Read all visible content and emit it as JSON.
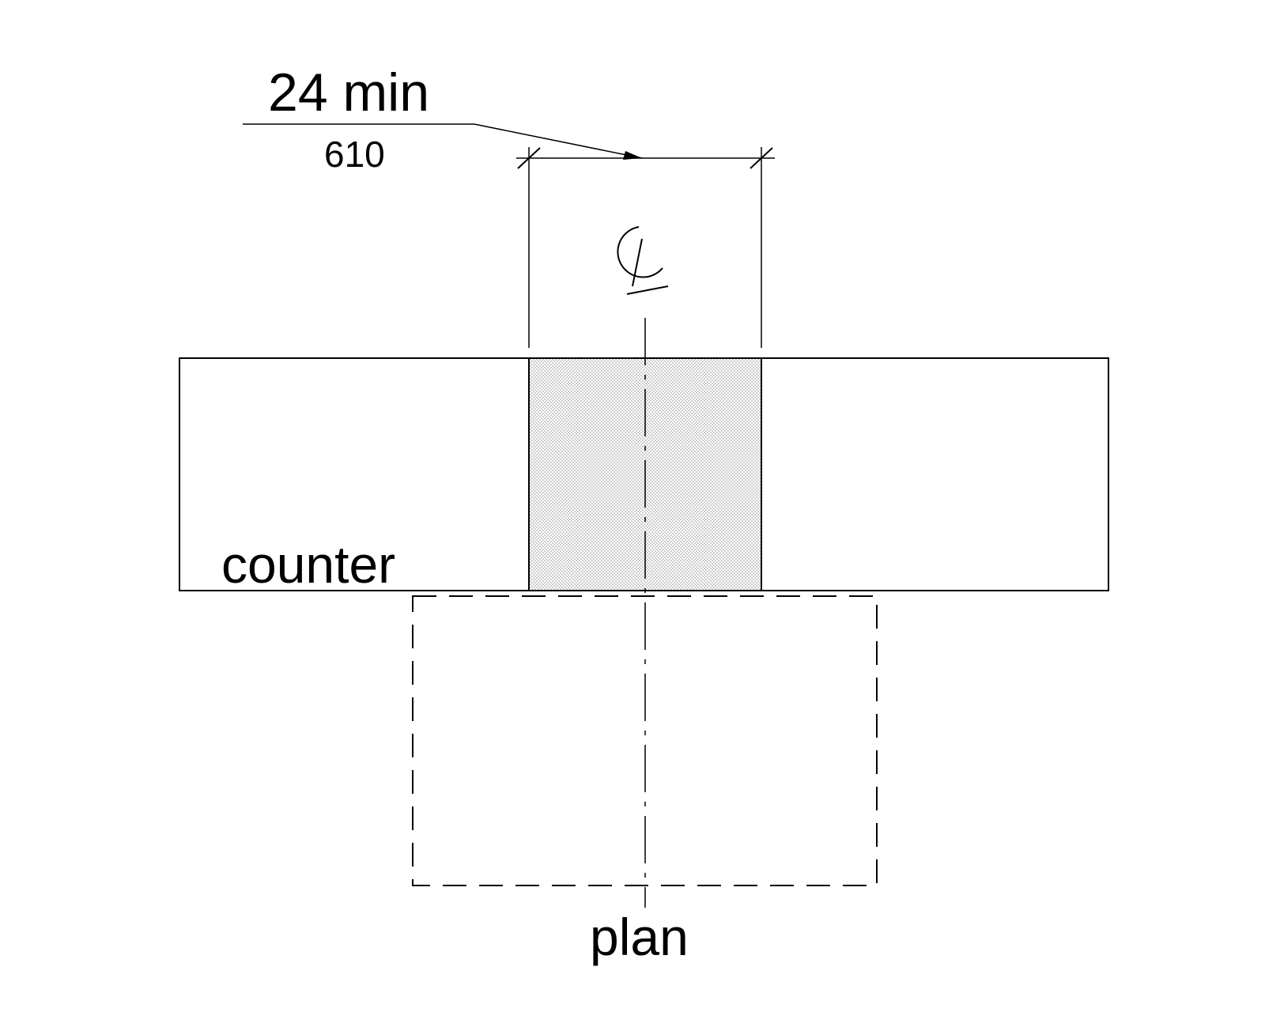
{
  "dimension": {
    "imperial": "24 min",
    "metric": "610"
  },
  "labels": {
    "counter": "counter",
    "view": "plan"
  },
  "symbols": {
    "centerline": "centerline-symbol"
  },
  "colors": {
    "line": "#000000",
    "shading": "#d6d6d6",
    "background": "#ffffff"
  }
}
